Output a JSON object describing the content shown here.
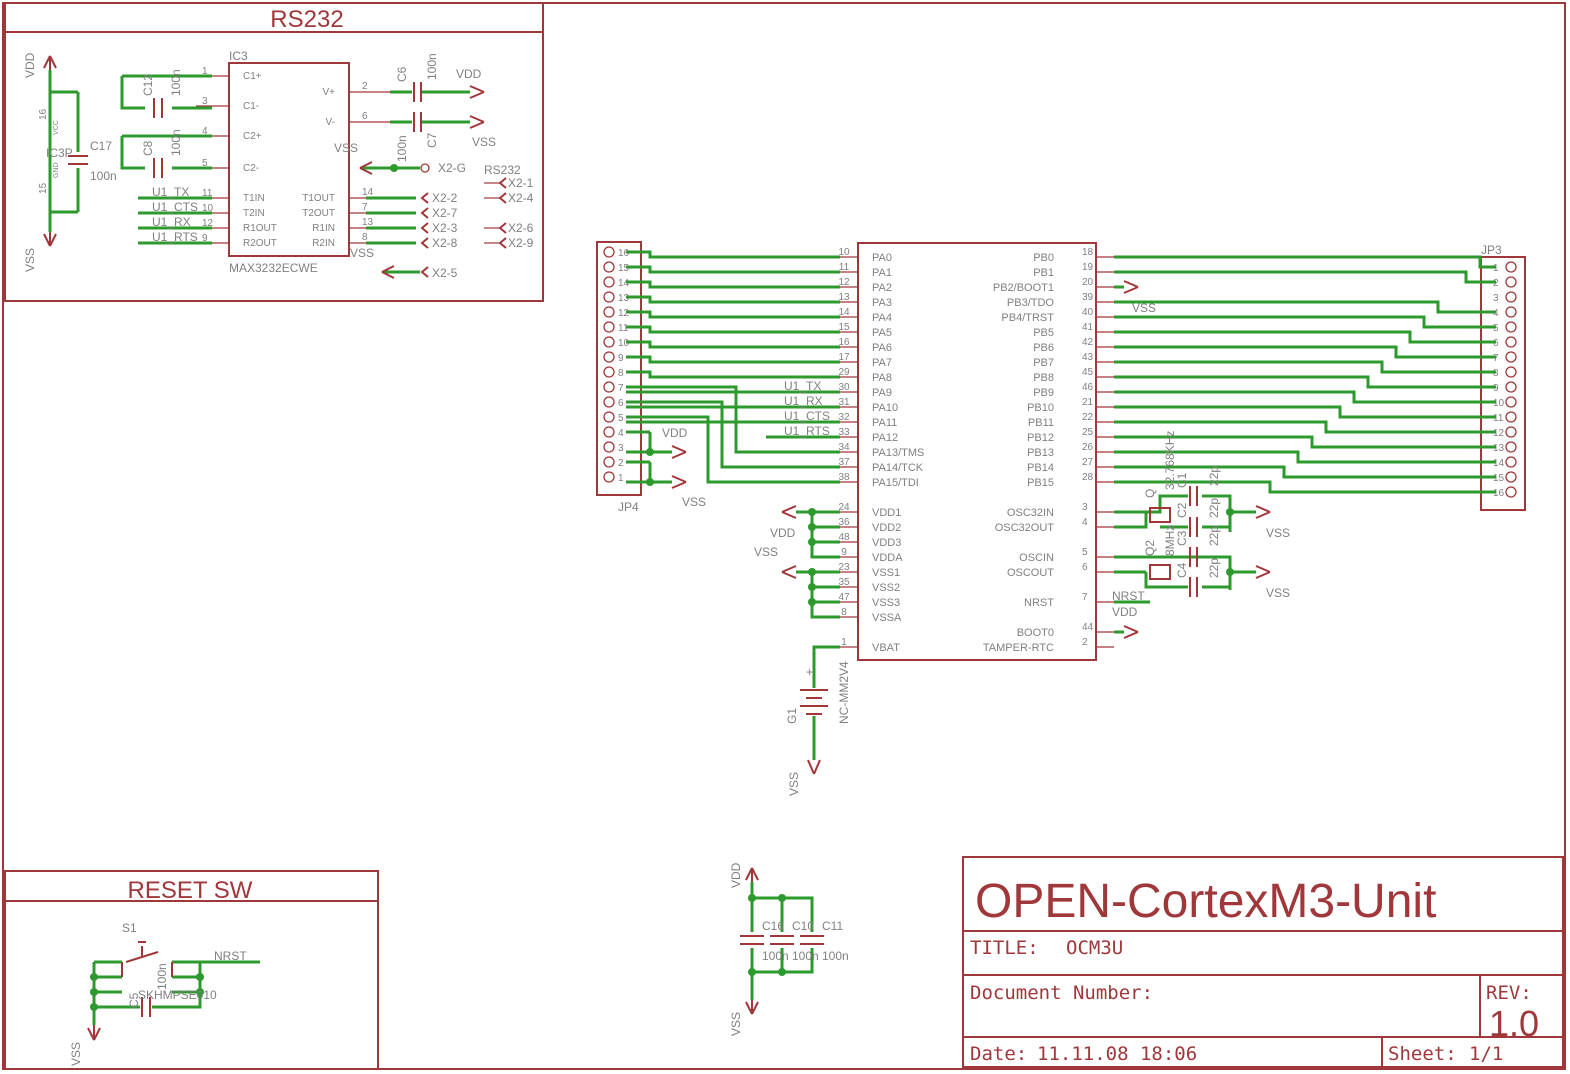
{
  "sections": {
    "rs232_title": "RS232",
    "reset_title": "RESET SW"
  },
  "title_block": {
    "project": "OPEN-CortexM3-Unit",
    "title_label": "TITLE:",
    "title_value": "OCM3U",
    "doc_label": "Document Number:",
    "rev_label": "REV:",
    "rev_value": "1.0",
    "date_label": "Date:",
    "date_value": "11.11.08 18:06",
    "sheet_label": "Sheet:",
    "sheet_value": "1/1"
  },
  "ic3": {
    "ref": "IC3",
    "value": "MAX3232ECWE",
    "left_pins": [
      {
        "num": "1",
        "name": "C1+"
      },
      {
        "num": "3",
        "name": "C1-"
      },
      {
        "num": "4",
        "name": "C2+"
      },
      {
        "num": "5",
        "name": "C2-"
      },
      {
        "num": "11",
        "name": "T1IN"
      },
      {
        "num": "10",
        "name": "T2IN"
      },
      {
        "num": "12",
        "name": "R1OUT"
      },
      {
        "num": "9",
        "name": "R2OUT"
      }
    ],
    "right_pins": [
      {
        "num": "2",
        "name": "V+"
      },
      {
        "num": "6",
        "name": "V-"
      },
      {
        "num": "14",
        "name": "T1OUT"
      },
      {
        "num": "7",
        "name": "T2OUT"
      },
      {
        "num": "13",
        "name": "R1IN"
      },
      {
        "num": "8",
        "name": "R2IN"
      }
    ],
    "left_nets": [
      "U1_TX",
      "U1_CTS",
      "U1_RX",
      "U1_RTS"
    ],
    "right_nets": [
      "X2-2",
      "X2-7",
      "X2-3",
      "X2-8"
    ],
    "ground_net": "X2-G",
    "vss_net": "X2-5",
    "connector": "RS232",
    "connector_pins": [
      "X2-1",
      "X2-4",
      "X2-6",
      "X2-9"
    ],
    "power": {
      "ref": "IC3P",
      "vcc_pin": "16",
      "gnd_pin": "15",
      "vcc": "VCC",
      "gnd": "GND"
    }
  },
  "rs232_caps": [
    {
      "ref": "C12",
      "value": "100n"
    },
    {
      "ref": "C8",
      "value": "100n"
    },
    {
      "ref": "C6",
      "value": "100n"
    },
    {
      "ref": "C7",
      "value": "100n"
    },
    {
      "ref": "C17",
      "value": "100n"
    }
  ],
  "supplies": {
    "vdd": "VDD",
    "vss": "VSS"
  },
  "mcu": {
    "left_pins": [
      {
        "num": "10",
        "name": "PA0"
      },
      {
        "num": "11",
        "name": "PA1"
      },
      {
        "num": "12",
        "name": "PA2"
      },
      {
        "num": "13",
        "name": "PA3"
      },
      {
        "num": "14",
        "name": "PA4"
      },
      {
        "num": "15",
        "name": "PA5"
      },
      {
        "num": "16",
        "name": "PA6"
      },
      {
        "num": "17",
        "name": "PA7"
      },
      {
        "num": "29",
        "name": "PA8"
      },
      {
        "num": "30",
        "name": "PA9"
      },
      {
        "num": "31",
        "name": "PA10"
      },
      {
        "num": "32",
        "name": "PA11"
      },
      {
        "num": "33",
        "name": "PA12"
      },
      {
        "num": "34",
        "name": "PA13/TMS"
      },
      {
        "num": "37",
        "name": "PA14/TCK"
      },
      {
        "num": "38",
        "name": "PA15/TDI"
      }
    ],
    "power_pins": [
      {
        "num": "24",
        "name": "VDD1"
      },
      {
        "num": "36",
        "name": "VDD2"
      },
      {
        "num": "48",
        "name": "VDD3"
      },
      {
        "num": "9",
        "name": "VDDA"
      },
      {
        "num": "23",
        "name": "VSS1"
      },
      {
        "num": "35",
        "name": "VSS2"
      },
      {
        "num": "47",
        "name": "VSS3"
      },
      {
        "num": "8",
        "name": "VSSA"
      },
      {
        "num": "1",
        "name": "VBAT"
      }
    ],
    "right_pins": [
      {
        "num": "18",
        "name": "PB0"
      },
      {
        "num": "19",
        "name": "PB1"
      },
      {
        "num": "20",
        "name": "PB2/BOOT1"
      },
      {
        "num": "39",
        "name": "PB3/TDO"
      },
      {
        "num": "40",
        "name": "PB4/TRST"
      },
      {
        "num": "41",
        "name": "PB5"
      },
      {
        "num": "42",
        "name": "PB6"
      },
      {
        "num": "43",
        "name": "PB7"
      },
      {
        "num": "45",
        "name": "PB8"
      },
      {
        "num": "46",
        "name": "PB9"
      },
      {
        "num": "21",
        "name": "PB10"
      },
      {
        "num": "22",
        "name": "PB11"
      },
      {
        "num": "25",
        "name": "PB12"
      },
      {
        "num": "26",
        "name": "PB13"
      },
      {
        "num": "27",
        "name": "PB14"
      },
      {
        "num": "28",
        "name": "PB15"
      }
    ],
    "right_misc": [
      {
        "num": "3",
        "name": "OSC32IN"
      },
      {
        "num": "4",
        "name": "OSC32OUT"
      },
      {
        "num": "5",
        "name": "OSCIN"
      },
      {
        "num": "6",
        "name": "OSCOUT"
      },
      {
        "num": "7",
        "name": "NRST"
      },
      {
        "num": "44",
        "name": "BOOT0"
      },
      {
        "num": "2",
        "name": "TAMPER-RTC"
      }
    ],
    "uart_nets": [
      "U1_TX",
      "U1_RX",
      "U1_CTS",
      "U1_RTS"
    ],
    "nrst_net": "NRST"
  },
  "jp4": {
    "ref": "JP4",
    "pins": [
      "16",
      "15",
      "14",
      "13",
      "12",
      "11",
      "10",
      "9",
      "8",
      "7",
      "6",
      "5",
      "4",
      "3",
      "2",
      "1"
    ]
  },
  "jp3": {
    "ref": "JP3",
    "pins": [
      "1",
      "2",
      "3",
      "4",
      "5",
      "6",
      "7",
      "8",
      "9",
      "10",
      "11",
      "12",
      "13",
      "14",
      "15",
      "16"
    ]
  },
  "crystals": {
    "q1": {
      "ref": "Q",
      "value": "32.768KHz"
    },
    "q2": {
      "ref": "Q2",
      "value": "8MHz"
    },
    "caps": [
      {
        "ref": "C1",
        "value": "22p"
      },
      {
        "ref": "C2",
        "value": "22p"
      },
      {
        "ref": "C3",
        "value": "22p"
      },
      {
        "ref": "C4",
        "value": "22p"
      }
    ]
  },
  "battery": {
    "ref": "G1",
    "value": "NC-MM2V4",
    "plus": "+"
  },
  "decoupling": [
    {
      "ref": "C16",
      "value": "100n"
    },
    {
      "ref": "C10",
      "value": "100n"
    },
    {
      "ref": "C11",
      "value": "100n"
    }
  ],
  "reset": {
    "switch_ref": "S1",
    "switch_value": "SKHMPSE010",
    "cap_ref": "C5",
    "cap_value": "100n",
    "net": "NRST"
  }
}
